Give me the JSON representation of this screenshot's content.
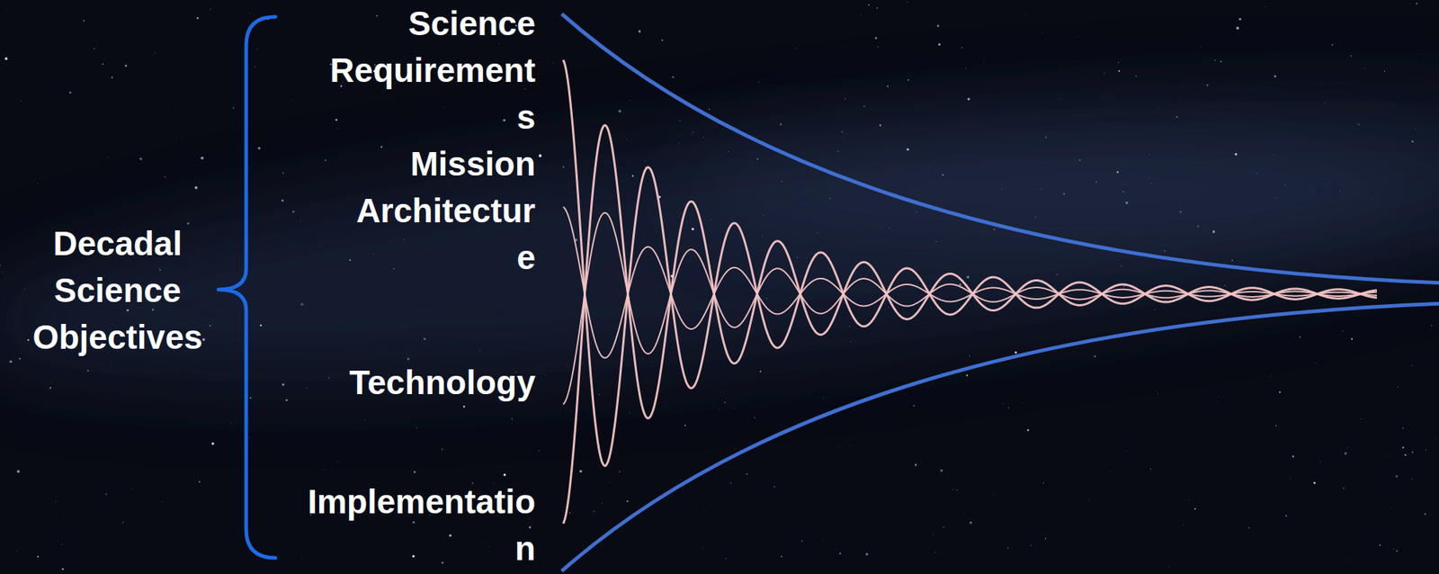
{
  "diagram": {
    "labels": [
      "Decadal Science Objectives",
      "Science Requirement s",
      "Mission Architectur e",
      "Technology",
      "Implementatio n"
    ]
  }
}
